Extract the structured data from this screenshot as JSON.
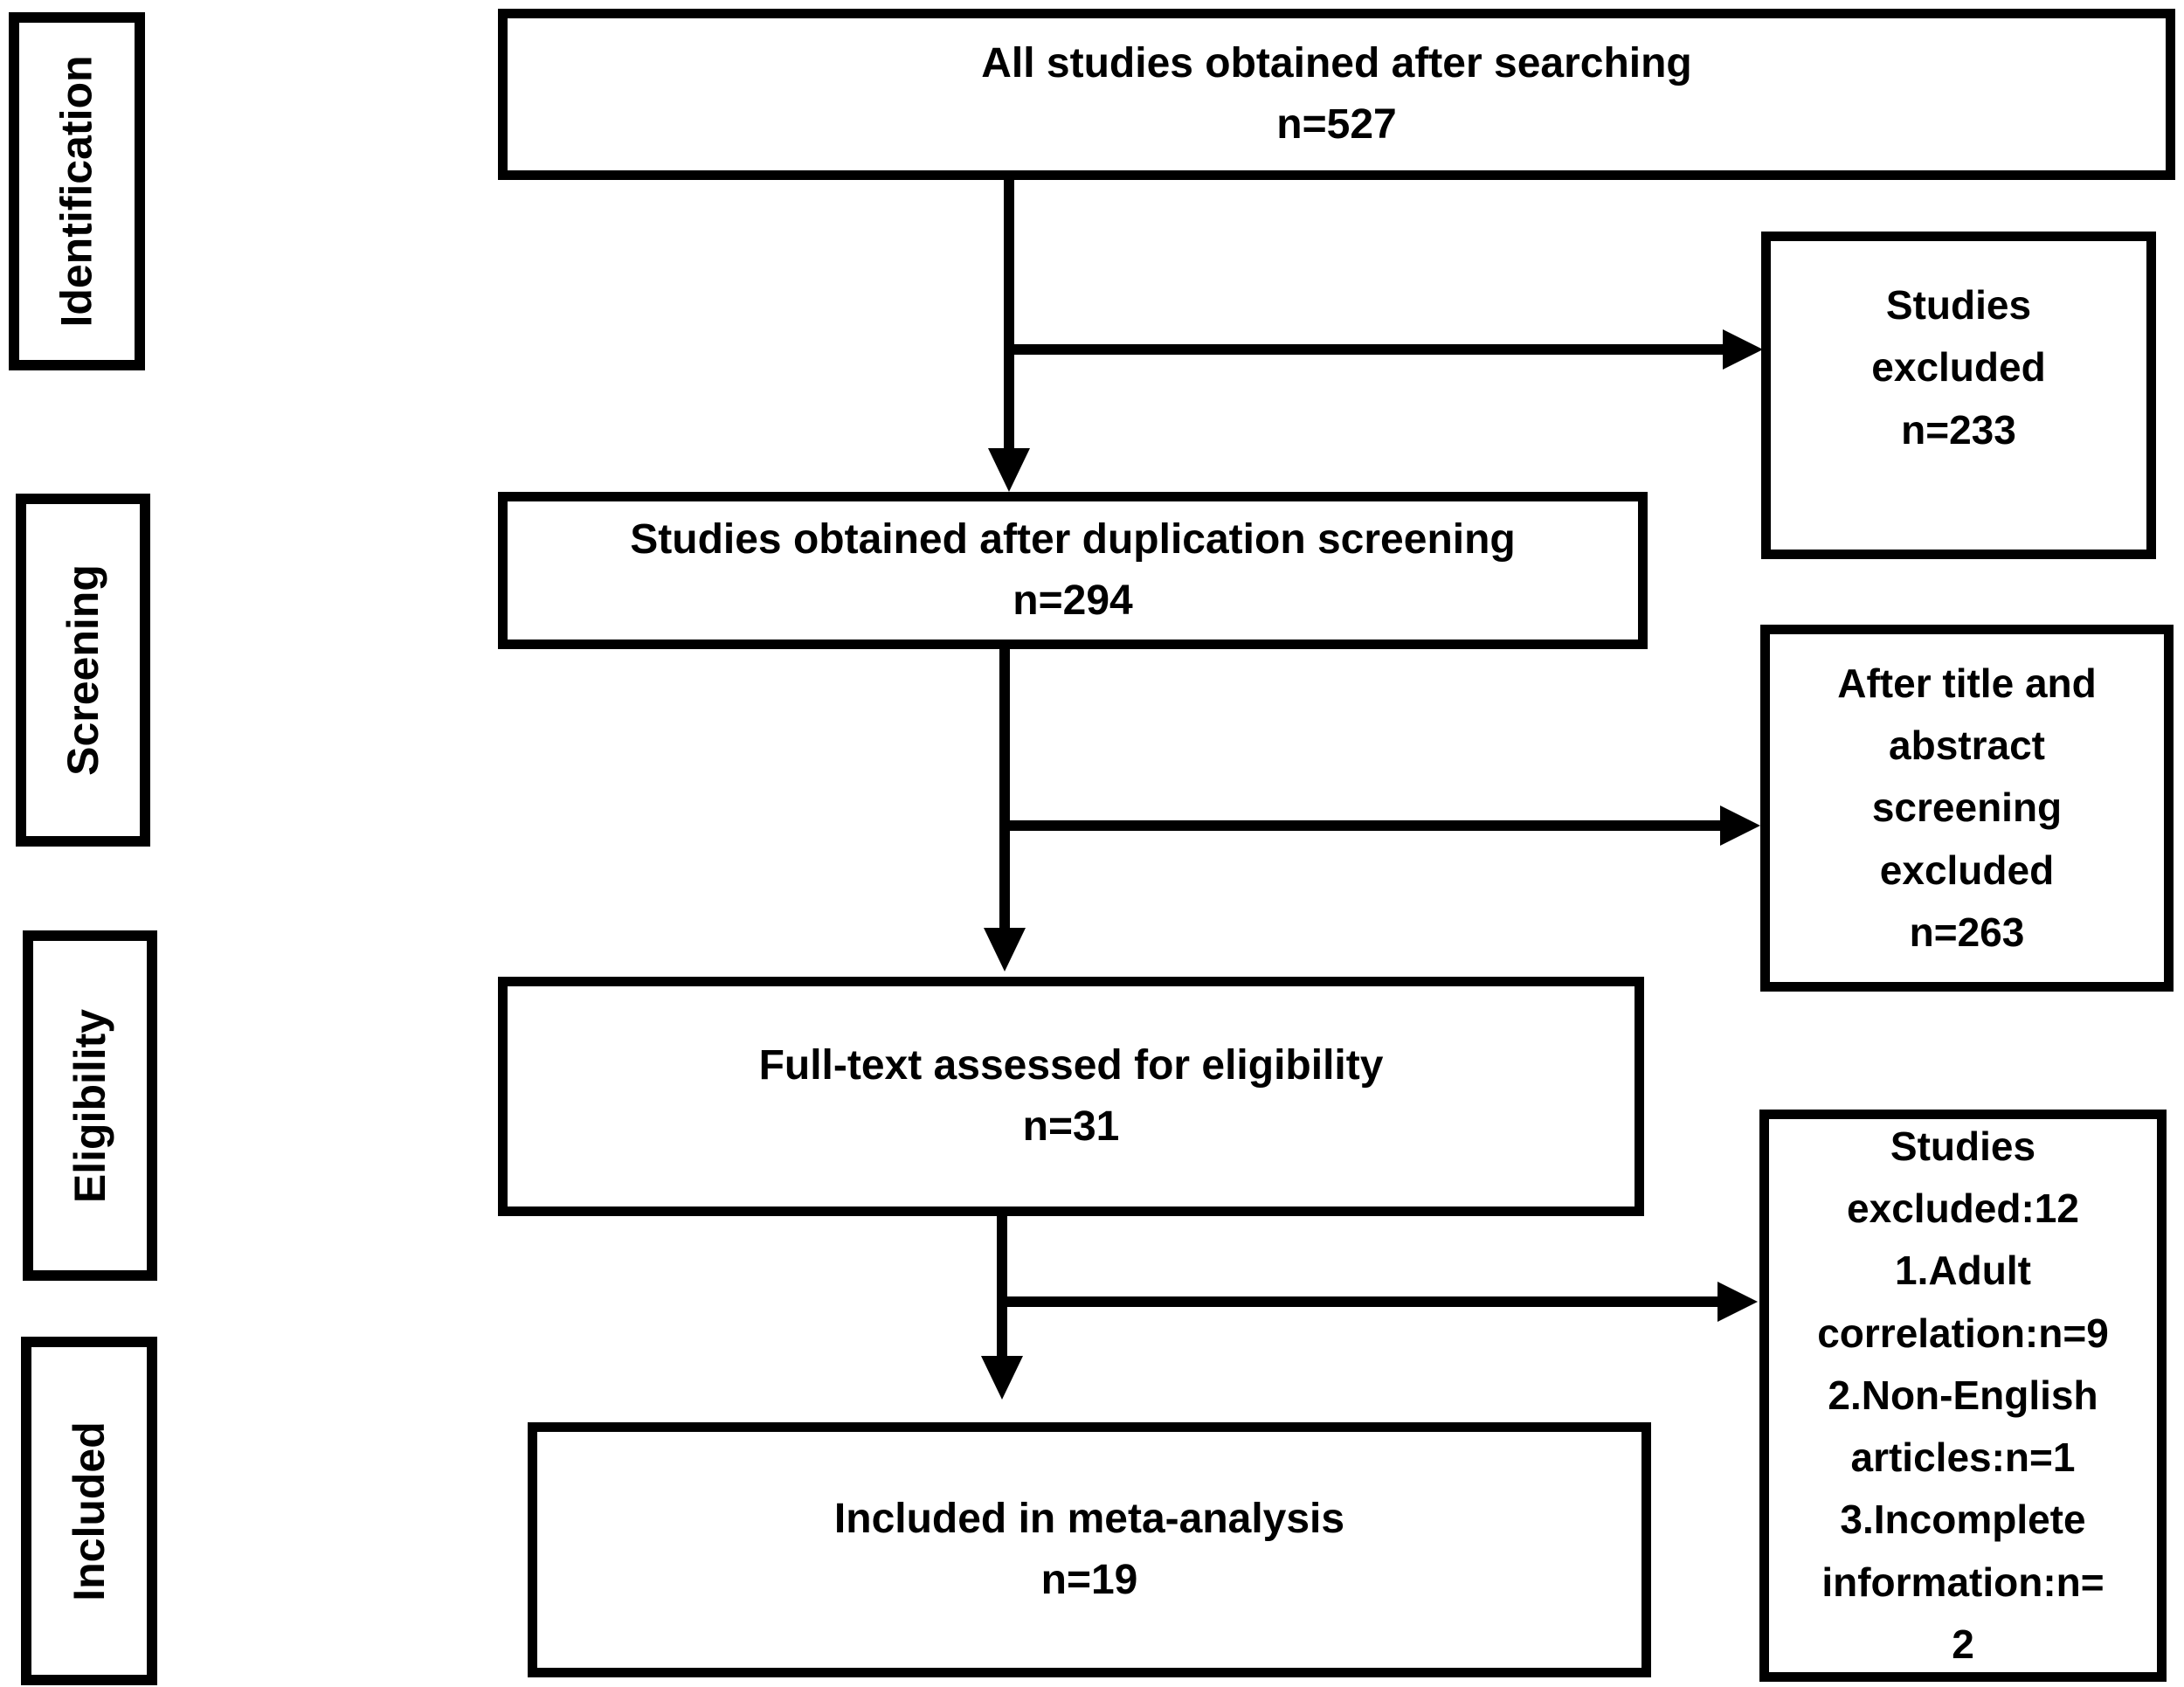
{
  "figure": {
    "type": "prisma-flow-diagram",
    "colors": {
      "background": "#ffffff",
      "line": "#000000",
      "text": "#000000"
    },
    "stages": [
      {
        "label": "Identification"
      },
      {
        "label": "Screening"
      },
      {
        "label": "Eligibility"
      },
      {
        "label": "Included"
      }
    ],
    "main_flow": [
      {
        "id": "search",
        "text": "All studies obtained after searching\nn=527",
        "n": 527
      },
      {
        "id": "after_duplication",
        "text": "Studies obtained after duplication screening\nn=294",
        "n": 294
      },
      {
        "id": "full_text",
        "text": "Full-text assessed for eligibility\nn=31",
        "n": 31
      },
      {
        "id": "included",
        "text": "Included in meta-analysis\nn=19",
        "n": 19
      }
    ],
    "exclusions": [
      {
        "id": "duplicates_excluded",
        "text": "Studies\nexcluded\nn=233",
        "n": 233
      },
      {
        "id": "title_abstract_excluded",
        "text": "After title and\nabstract\nscreening\nexcluded\nn=263",
        "n": 263
      },
      {
        "id": "full_text_excluded",
        "text": "Studies\nexcluded:12\n1.Adult\ncorrelation:n=9\n2.Non-English\narticles:n=1\n3.Incomplete\ninformation:n=\n2",
        "n": 12
      }
    ]
  }
}
